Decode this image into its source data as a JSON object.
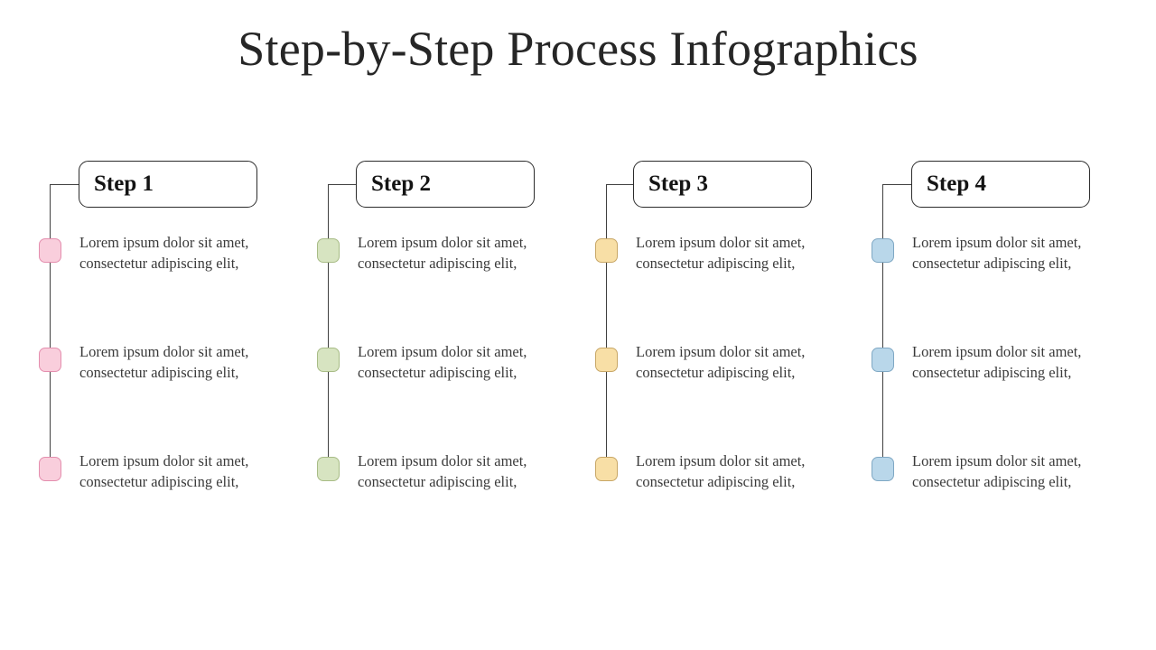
{
  "slide": {
    "title": "Step-by-Step Process Infographics",
    "background_color": "#ffffff",
    "title_color": "#262626",
    "connector_color": "#3f3f3f"
  },
  "columns": [
    {
      "id": "step-1",
      "step_label": "Step 1",
      "accent_fill": "#F9CEDC",
      "accent_border": "#E48EAE",
      "bullets": [
        {
          "line1": "Lorem ipsum dolor sit amet,",
          "line2": "consectetur adipiscing elit,"
        },
        {
          "line1": "Lorem ipsum dolor sit amet,",
          "line2": "consectetur adipiscing elit,"
        },
        {
          "line1": "Lorem ipsum dolor sit amet,",
          "line2": "consectetur adipiscing elit,"
        }
      ]
    },
    {
      "id": "step-2",
      "step_label": "Step 2",
      "accent_fill": "#D7E4C1",
      "accent_border": "#A8BC86",
      "bullets": [
        {
          "line1": "Lorem ipsum dolor sit amet,",
          "line2": "consectetur adipiscing elit,"
        },
        {
          "line1": "Lorem ipsum dolor sit amet,",
          "line2": "consectetur adipiscing elit,"
        },
        {
          "line1": "Lorem ipsum dolor sit amet,",
          "line2": "consectetur adipiscing elit,"
        }
      ]
    },
    {
      "id": "step-3",
      "step_label": "Step 3",
      "accent_fill": "#F8DFA6",
      "accent_border": "#C8A767",
      "bullets": [
        {
          "line1": "Lorem ipsum dolor sit amet,",
          "line2": "consectetur adipiscing elit,"
        },
        {
          "line1": "Lorem ipsum dolor sit amet,",
          "line2": "consectetur adipiscing elit,"
        },
        {
          "line1": "Lorem ipsum dolor sit amet,",
          "line2": "consectetur adipiscing elit,"
        }
      ]
    },
    {
      "id": "step-4",
      "step_label": "Step 4",
      "accent_fill": "#B9D7EA",
      "accent_border": "#7FA8C4",
      "bullets": [
        {
          "line1": "Lorem ipsum dolor sit amet,",
          "line2": "consectetur adipiscing elit,"
        },
        {
          "line1": "Lorem ipsum dolor sit amet,",
          "line2": "consectetur adipiscing elit,"
        },
        {
          "line1": "Lorem ipsum dolor sit amet,",
          "line2": "consectetur adipiscing elit,"
        }
      ]
    }
  ]
}
